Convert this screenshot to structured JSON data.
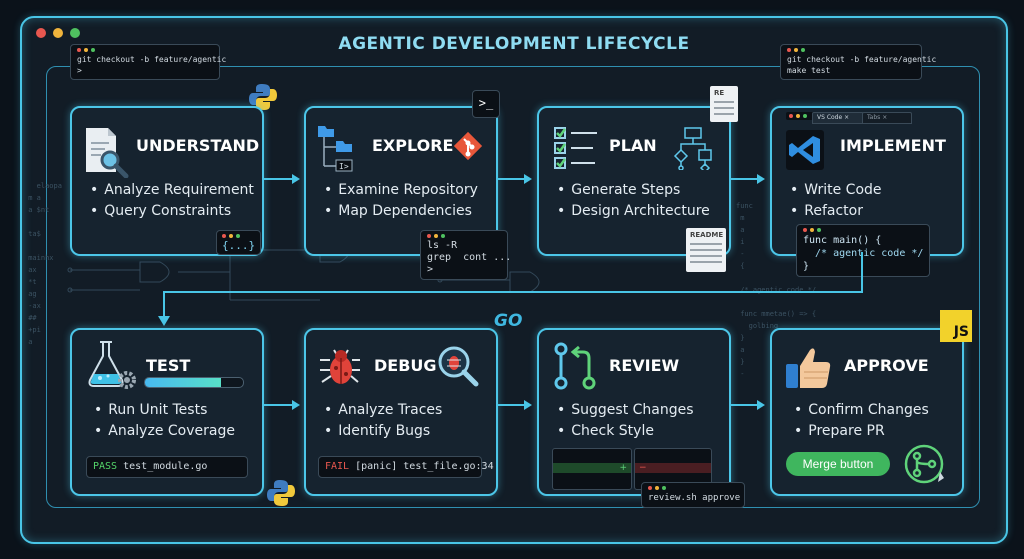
{
  "title": "AGENTIC DEVELOPMENT LIFECYCLE",
  "colors": {
    "accent": "#49c5e6",
    "card_bg": "#16232f",
    "pass": "#54d46a",
    "fail": "#e8574f",
    "merge": "#3fb65e"
  },
  "window_dots": [
    "#e8574f",
    "#f0b43c",
    "#4fc160"
  ],
  "terminals": {
    "top_left": [
      "git checkout -b feature/agentic",
      ">"
    ],
    "top_right": [
      "git checkout -b feature/agentic",
      "make test"
    ],
    "understand": "{...}",
    "explore": [
      "ls -R",
      "grep  cont ...",
      ">"
    ],
    "implement": [
      "func main() {",
      "  /* agentic code */",
      "}"
    ],
    "test": {
      "status": "PASS",
      "file": "test_module.go"
    },
    "debug": {
      "status": "FAIL",
      "detail": "[panic] test_file.go:34"
    },
    "review": "review.sh approve"
  },
  "tabs": {
    "active": "VS Code",
    "inactive": "Tabs"
  },
  "docs": {
    "plan": "RE",
    "implement": "README"
  },
  "stages": [
    {
      "id": "understand",
      "title": "UNDERSTAND",
      "items": [
        "Analyze Requirement",
        "Query Constraints"
      ]
    },
    {
      "id": "explore",
      "title": "EXPLORE",
      "items": [
        "Examine Repository",
        "Map Dependencies"
      ]
    },
    {
      "id": "plan",
      "title": "PLAN",
      "items": [
        "Generate Steps",
        "Design Architecture"
      ]
    },
    {
      "id": "implement",
      "title": "IMPLEMENT",
      "items": [
        "Write Code",
        "Refactor"
      ]
    },
    {
      "id": "test",
      "title": "TEST",
      "items": [
        "Run Unit Tests",
        "Analyze Coverage"
      ]
    },
    {
      "id": "debug",
      "title": "DEBUG",
      "items": [
        "Analyze Traces",
        "Identify Bugs"
      ]
    },
    {
      "id": "review",
      "title": "REVIEW",
      "items": [
        "Suggest Changes",
        "Check Style"
      ]
    },
    {
      "id": "approve",
      "title": "APPROVE",
      "items": [
        "Confirm Changes",
        "Prepare PR"
      ]
    }
  ],
  "test_progress": 0.78,
  "review_diff": {
    "add": "+",
    "remove": "−"
  },
  "merge_button": "Merge button",
  "logos": {
    "go": "GO",
    "js": "JS"
  },
  "icons": [
    "document-search-icon",
    "folder-tree-icon",
    "git-icon",
    "checklist-icon",
    "flowchart-icon",
    "vscode-icon",
    "flask-gear-icon",
    "bug-icon",
    "magnifier-bug-icon",
    "branch-pull-icon",
    "thumbs-up-icon",
    "python-icon",
    "merge-icon",
    "terminal-prompt-icon"
  ]
}
